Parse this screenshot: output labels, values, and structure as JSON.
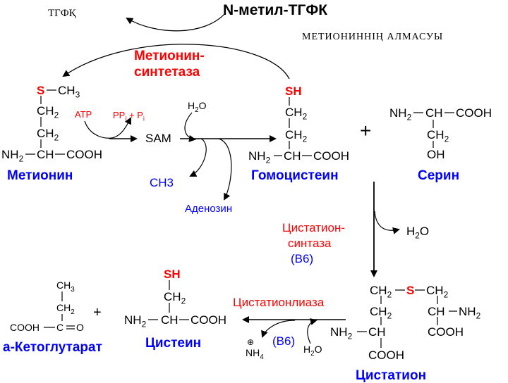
{
  "header": {
    "tgfk": "ТГФҚ",
    "n_methyl_tgfk": "N-метил-ТГФК",
    "section_title": "МЕТИОНИННІҢ АЛМАСУЫ"
  },
  "enzymes": {
    "methionine_synthetase_line1": "Метионин-",
    "methionine_synthetase_line2": "синтетаза",
    "cystathionine_synthase_line1": "Цистатион-",
    "cystathionine_synthase_line2": "синтаза",
    "cystathionine_synthase_cofactor": "(В6)",
    "cystathionine_lyase": "Цистатионлиаза",
    "cystathionine_lyase_cofactor": "(В6)"
  },
  "reagents": {
    "atp": "ATP",
    "ppi": "PP",
    "ppi_sub": "i",
    "plus_pi": " + P",
    "pi_sub": "i",
    "water_top": "H",
    "water_top_sub": "2",
    "water_top_o": "O",
    "sam": "SAM",
    "ch3": "CH3",
    "adenosine": "Аденозин",
    "water_mid": "H",
    "water_mid_sub": "2",
    "water_mid_o": "O",
    "water_bottom": "H",
    "water_bottom_sub": "2",
    "water_bottom_o": "O",
    "nh4_charge": "⊕",
    "nh4": "NH",
    "nh4_sub": "4"
  },
  "compounds": {
    "methionine": {
      "s": "S",
      "ch3": "CH",
      "ch3_sub": "3",
      "ch2a": "CH",
      "ch2a_sub": "2",
      "ch2b": "CH",
      "ch2b_sub": "2",
      "nh2": "NH",
      "nh2_sub": "2",
      "ch": "CH",
      "cooh": "COOH",
      "name": "Метионин"
    },
    "homocysteine": {
      "sh": "SH",
      "ch2a": "CH",
      "ch2a_sub": "2",
      "ch2b": "CH",
      "ch2b_sub": "2",
      "nh2": "NH",
      "nh2_sub": "2",
      "ch": "CH",
      "cooh": "COOH",
      "name": "Гомоцистеин"
    },
    "serine": {
      "nh2": "NH",
      "nh2_sub": "2",
      "ch": "CH",
      "cooh": "COOH",
      "ch2": "CH",
      "ch2_sub": "2",
      "oh": "OH",
      "name": "Серин"
    },
    "cystathionine": {
      "ch2a": "CH",
      "ch2a_sub": "2",
      "s": "S",
      "ch2b": "CH",
      "ch2b_sub": "2",
      "ch2c": "CH",
      "ch2c_sub": "2",
      "ch_right": "CH",
      "nh2_right": "NH",
      "nh2_right_sub": "2",
      "nh2_left": "NH",
      "nh2_left_sub": "2",
      "ch_left": "CH",
      "cooh_right": "COOH",
      "cooh_left": "COOH",
      "name": "Цистатион"
    },
    "cysteine": {
      "sh": "SH",
      "ch2": "CH",
      "ch2_sub": "2",
      "nh2": "NH",
      "nh2_sub": "2",
      "ch": "CH",
      "cooh": "COOH",
      "name": "Цистеин"
    },
    "ketoglutarate": {
      "ch3": "CH",
      "ch3_sub": "3",
      "ch2": "CH",
      "ch2_sub": "2",
      "cooh": "COOH",
      "c": "C",
      "o": "O",
      "name": "a-Кетоглутарат"
    }
  },
  "symbols": {
    "plus_big": "+",
    "plus_small": "+"
  },
  "colors": {
    "red": "#ff0000",
    "blue": "#0000ff",
    "black": "#000000"
  }
}
